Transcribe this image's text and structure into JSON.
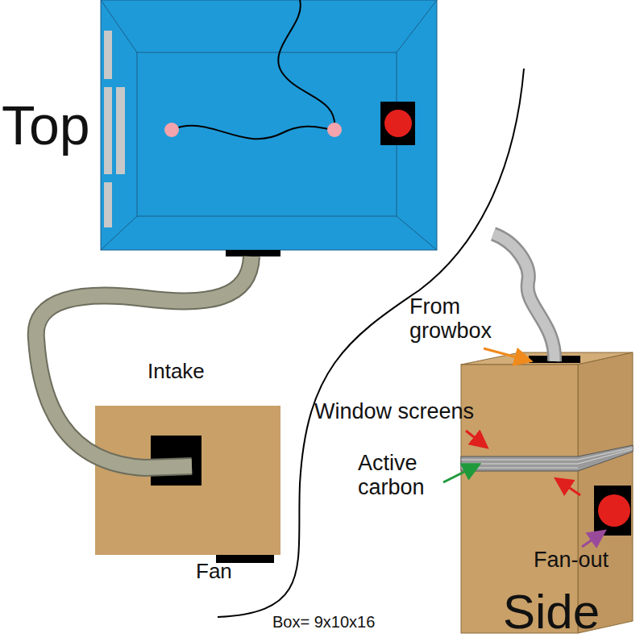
{
  "diagram": {
    "labels": [
      "Top",
      "Intake",
      "Fan",
      "From growbox",
      "Window screens",
      "Active carbon",
      "Fan-out",
      "Side",
      "Box= 9x10x16"
    ]
  }
}
